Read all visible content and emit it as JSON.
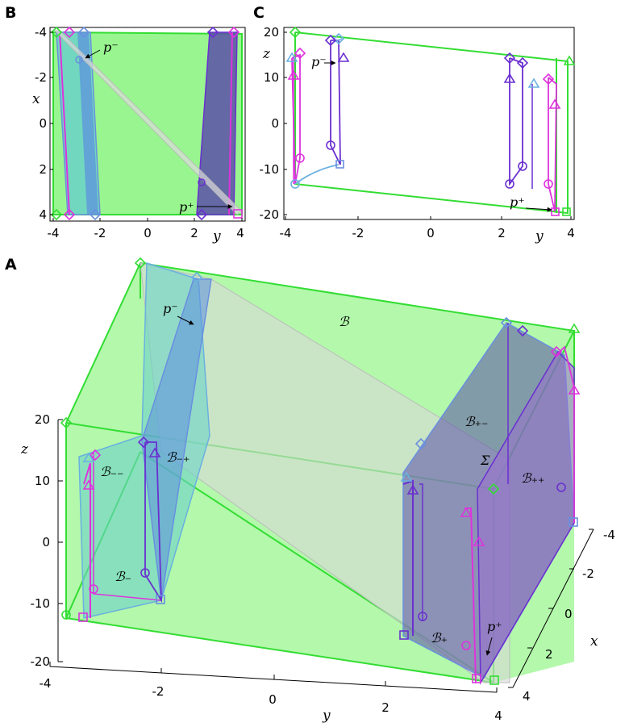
{
  "panels": {
    "A": "A",
    "B": "B",
    "C": "C"
  },
  "panel_b": {
    "y_ticks": [
      "-4",
      "-2",
      "0",
      "2",
      "4"
    ],
    "x_ticks": [
      "-4",
      "-2",
      "0",
      "2",
      "4"
    ],
    "y_axis_label": "x",
    "x_axis_label": "y",
    "p_minus": "p⁻",
    "p_plus": "p⁺"
  },
  "panel_c": {
    "y_ticks": [
      "20",
      "10",
      "0",
      "-10",
      "-20"
    ],
    "x_ticks": [
      "-4",
      "-2",
      "0",
      "2",
      "4"
    ],
    "y_axis_label": "z",
    "x_axis_label": "y",
    "p_minus": "p⁻",
    "p_plus": "p⁺"
  },
  "panel_a": {
    "z_ticks": [
      "20",
      "10",
      "0",
      "-10",
      "-20"
    ],
    "y_ticks": [
      "-4",
      "-2",
      "0",
      "2",
      "4"
    ],
    "x_ticks": [
      "-4",
      "-2",
      "0",
      "2",
      "4"
    ],
    "z_axis_label": "z",
    "y_axis_label": "y",
    "x_axis_label": "x",
    "labels": {
      "B": "ℬ",
      "B_mm": "ℬ₋₋",
      "B_mp": "ℬ₋₊",
      "B_m": "ℬ₋",
      "B_pm": "ℬ₊₋",
      "B_pp": "ℬ₊₊",
      "B_p": "ℬ₊",
      "Sigma": "Σ",
      "p_minus": "p⁻",
      "p_plus": "p⁺"
    }
  },
  "colors": {
    "green": "#33dd33",
    "green_fill": "#99f58f",
    "cyan_fill": "#6ad2c8",
    "blue_fill": "#5c7fd0",
    "indigo_fill": "#5a4fa8",
    "magenta": "#dd33dd",
    "violet": "#6a2fd0",
    "grey": "#dcdcdc"
  }
}
